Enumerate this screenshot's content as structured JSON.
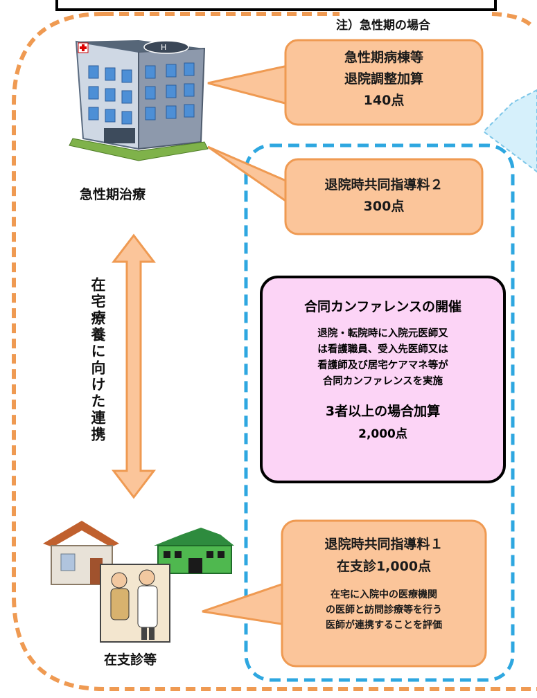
{
  "note": "注）急性期の場合",
  "acute_label": "急性期治療",
  "home_label": "在支診等",
  "vertical_text": "在宅療養に向けた連携",
  "callout_top": {
    "line1": "急性期病棟等",
    "line2": "退院調整加算",
    "line3": "140点"
  },
  "callout_mid": {
    "line1": "退院時共同指導料２",
    "line2": "300点"
  },
  "conference": {
    "title": "合同カンファレンスの開催",
    "desc": [
      "退院・転院時に入院元医師又",
      "は看護職員、受入先医師又は",
      "看護師及び居宅ケアマネ等が",
      "合同カンファレンスを実施"
    ],
    "bonus_label": "3者以上の場合加算",
    "bonus_value": "2,000点"
  },
  "callout_bottom": {
    "line1": "退院時共同指導料１",
    "line2": "在支診1,000点",
    "desc": [
      "在宅に入院中の医療機関",
      "の医師と訪問診療等を行う",
      "医師が連携することを評価"
    ]
  },
  "colors": {
    "orange": "#ef9a52",
    "callout_fill": "#fbc59a",
    "blue_dash": "#2ea7e0",
    "pink": "#fcd4f6"
  }
}
